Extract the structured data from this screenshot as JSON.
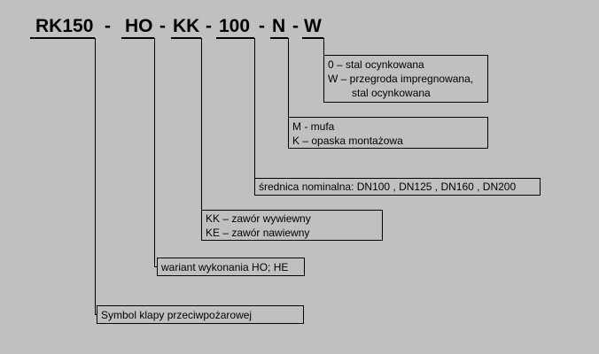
{
  "code": {
    "parts": [
      "RK150",
      "HO",
      "KK",
      "100",
      "N",
      "W"
    ],
    "separator": "-"
  },
  "boxes": {
    "w": {
      "lines": [
        "0 – stal ocynkowana",
        "W – przegroda impregnowana,",
        "stal ocynkowana"
      ]
    },
    "n": {
      "lines": [
        "M - mufa",
        "K – opaska montażowa"
      ]
    },
    "dn": {
      "lines": [
        "średnica nominalna: DN100 , DN125 , DN160 , DN200"
      ]
    },
    "kk": {
      "lines": [
        "KK – zawór wywiewny",
        "KE – zawór nawiewny"
      ]
    },
    "ho": {
      "lines": [
        "wariant wykonania HO; HE"
      ]
    },
    "rk": {
      "lines": [
        "Symbol klapy przeciwpożarowej"
      ]
    }
  }
}
